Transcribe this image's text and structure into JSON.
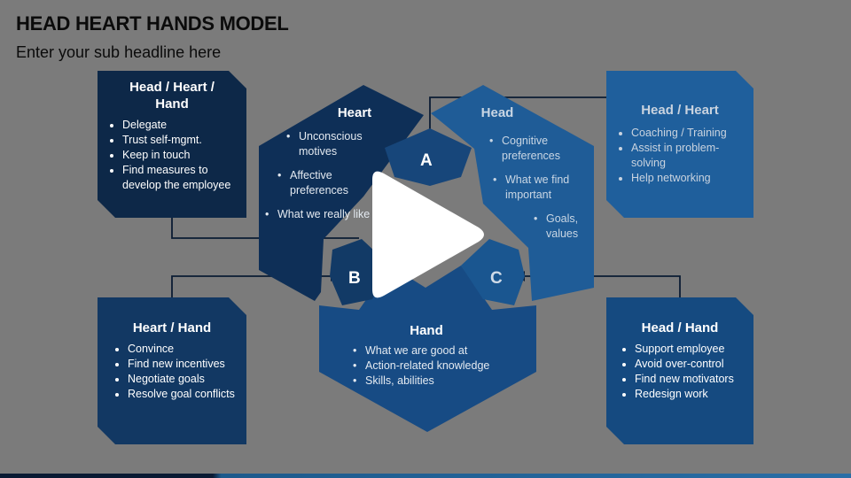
{
  "header": {
    "title": "HEAD HEART HANDS MODEL",
    "subtitle": "Enter your sub headline here"
  },
  "colors": {
    "background_overlay": "#7b7b7b",
    "dark_navy": "#0e2a4a",
    "navy": "#123863",
    "blue": "#1b5692",
    "light_blue": "#2e6da6",
    "connector": "#0b1c33"
  },
  "boxes": {
    "top_left": {
      "title": "Head / Heart / Hand",
      "items": [
        "Delegate",
        "Trust self-mgmt.",
        "Keep in touch",
        "Find measures to develop the employee"
      ]
    },
    "top_right": {
      "title": "Head / Heart",
      "items": [
        "Coaching / Training",
        "Assist in problem-solving",
        "Help networking"
      ]
    },
    "bottom_left": {
      "title": "Heart / Hand",
      "items": [
        "Convince",
        "Find new incentives",
        "Negotiate goals",
        "Resolve goal conflicts"
      ]
    },
    "bottom_right": {
      "title": "Head / Hand",
      "items": [
        "Support employee",
        "Avoid over-control",
        "Find new motivators",
        "Redesign work"
      ]
    }
  },
  "hexes": {
    "heart": {
      "title": "Heart",
      "items": [
        "Unconscious motives",
        "Affective preferences",
        "What we really like"
      ]
    },
    "head": {
      "title": "Head",
      "items": [
        "Cognitive preferences",
        "What we find important",
        "Goals, values"
      ]
    },
    "hand": {
      "title": "Hand",
      "items": [
        "What we are good at",
        "Action-related knowledge",
        "Skills, abilities"
      ]
    }
  },
  "intersections": {
    "a": "A",
    "b": "B",
    "c": "C"
  },
  "icons": {
    "play": "play-icon"
  }
}
